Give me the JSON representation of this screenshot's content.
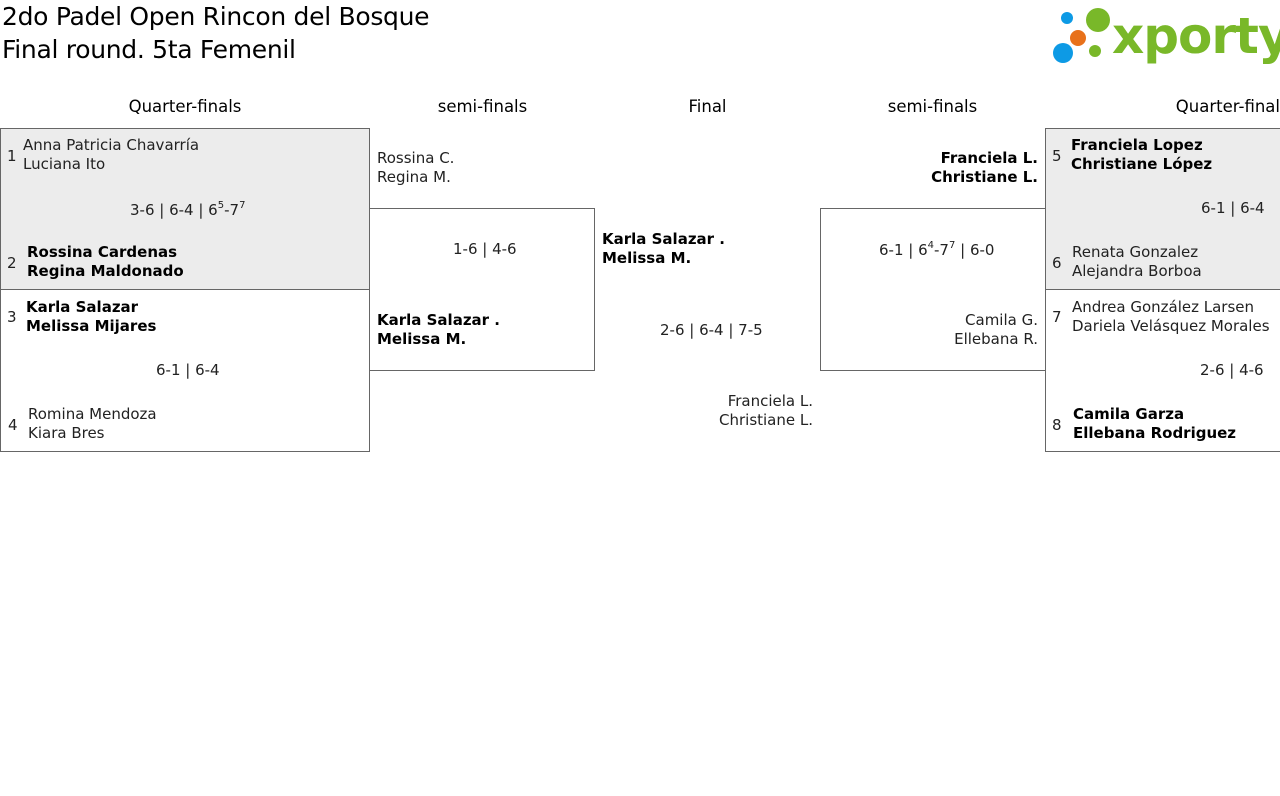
{
  "title": {
    "line1": "2do Padel Open Rincon del Bosque",
    "line2": "Final round. 5ta Femenil"
  },
  "logo": {
    "text": "xporty",
    "icon": "dots-logo-icon",
    "colors": [
      "#79b829",
      "#0d9ae5",
      "#e8711a"
    ]
  },
  "headers": {
    "qf_left": "Quarter-finals",
    "sf_left": "semi-finals",
    "final": "Final",
    "sf_right": "semi-finals",
    "qf_right": "Quarter-final"
  },
  "qf_left": [
    {
      "top": {
        "seed": "1",
        "p1": "Anna Patricia Chavarría",
        "p2": "Luciana Ito",
        "winner": false
      },
      "score": {
        "a": "3-6 | 6-4 | 6",
        "s1": "5",
        "b": "-7",
        "s2": "7"
      },
      "bottom": {
        "seed": "2",
        "p1": "Rossina Cardenas",
        "p2": "Regina Maldonado",
        "winner": true
      }
    },
    {
      "top": {
        "seed": "3",
        "p1": "Karla Salazar",
        "p2": "Melissa Mijares",
        "winner": true
      },
      "score": {
        "text": "6-1 | 6-4"
      },
      "bottom": {
        "seed": "4",
        "p1": "Romina Mendoza",
        "p2": "Kiara Bres",
        "winner": false
      }
    }
  ],
  "sf_left": {
    "top": {
      "p1": "Rossina C.",
      "p2": "Regina M."
    },
    "score": "1-6 | 4-6",
    "bottom": {
      "p1": "Karla Salazar .",
      "p2": "Melissa M."
    }
  },
  "final": {
    "top": {
      "p1": "Karla Salazar .",
      "p2": "Melissa M."
    },
    "score": "2-6 | 6-4 | 7-5",
    "bottom": {
      "p1": "Franciela L.",
      "p2": "Christiane L."
    }
  },
  "sf_right": {
    "top": {
      "p1": "Franciela L.",
      "p2": "Christiane L."
    },
    "score": {
      "a": "6-1 | 6",
      "s1": "4",
      "b": "-7",
      "s2": "7",
      "c": " | 6-0"
    },
    "bottom": {
      "p1": "Camila G.",
      "p2": "Ellebana R."
    }
  },
  "qf_right": [
    {
      "top": {
        "seed": "5",
        "p1": "Franciela Lopez",
        "p2": "Christiane López",
        "winner": true
      },
      "score": {
        "text": "6-1 | 6-4"
      },
      "bottom": {
        "seed": "6",
        "p1": "Renata Gonzalez",
        "p2": "Alejandra Borboa",
        "winner": false
      }
    },
    {
      "top": {
        "seed": "7",
        "p1": "Andrea González Larsen",
        "p2": "Dariela Velásquez Morales",
        "winner": false
      },
      "score": {
        "text": "2-6 | 4-6"
      },
      "bottom": {
        "seed": "8",
        "p1": "Camila Garza",
        "p2": "Ellebana Rodriguez",
        "winner": true
      }
    }
  ]
}
